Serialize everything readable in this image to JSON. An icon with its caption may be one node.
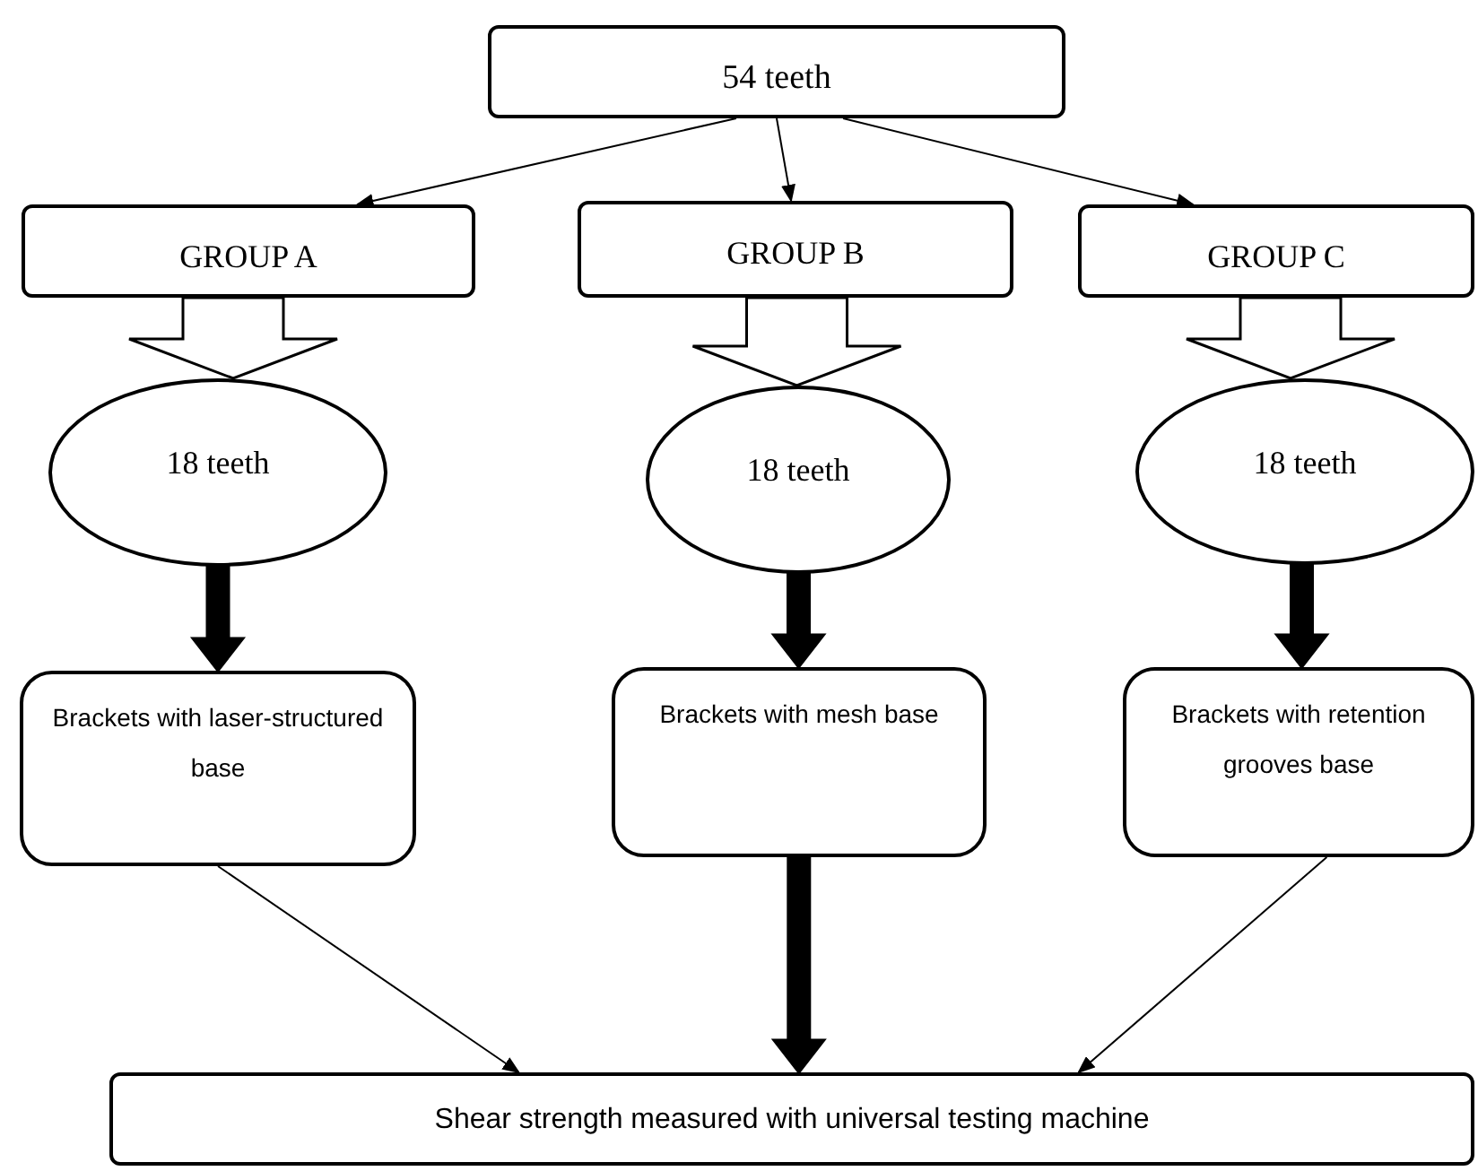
{
  "diagram": {
    "nodes": [
      {
        "text": [
          "54 teeth"
        ]
      },
      {
        "text": [
          "GROUP A"
        ]
      },
      {
        "text": [
          "GROUP B"
        ]
      },
      {
        "text": [
          "GROUP C"
        ]
      },
      {
        "text": [
          "18 teeth"
        ]
      },
      {
        "text": [
          "18 teeth"
        ]
      },
      {
        "text": [
          "18 teeth"
        ]
      },
      {
        "text": [
          "Brackets with laser-structured base"
        ]
      },
      {
        "text": [
          "Brackets with mesh base"
        ]
      },
      {
        "text": [
          "Brackets with retention grooves base"
        ]
      },
      {
        "text": [
          "Shear strength measured with universal testing machine"
        ]
      }
    ],
    "edges": [
      {
        "from": 0,
        "to": 1,
        "arrow": "to"
      },
      {
        "from": 0,
        "to": 2,
        "arrow": "to"
      },
      {
        "from": 0,
        "to": 3,
        "arrow": "to"
      },
      {
        "from": 1,
        "to": 4,
        "arrow": "to",
        "style": "thick",
        "color": "#ffffff"
      },
      {
        "from": 2,
        "to": 5,
        "arrow": "to",
        "style": "thick",
        "color": "#ffffff"
      },
      {
        "from": 3,
        "to": 6,
        "arrow": "to",
        "style": "thick",
        "color": "#ffffff"
      },
      {
        "from": 4,
        "to": 7,
        "arrow": "to",
        "style": "thick",
        "color": "#000000"
      },
      {
        "from": 5,
        "to": 8,
        "arrow": "to",
        "style": "thick",
        "color": "#000000"
      },
      {
        "from": 6,
        "to": 9,
        "arrow": "to",
        "style": "thick",
        "color": "#000000"
      },
      {
        "from": 7,
        "to": 10,
        "arrow": "to"
      },
      {
        "from": 8,
        "to": 10,
        "arrow": "to",
        "style": "thick",
        "color": "#000000"
      },
      {
        "from": 9,
        "to": 10,
        "arrow": "to"
      }
    ]
  }
}
